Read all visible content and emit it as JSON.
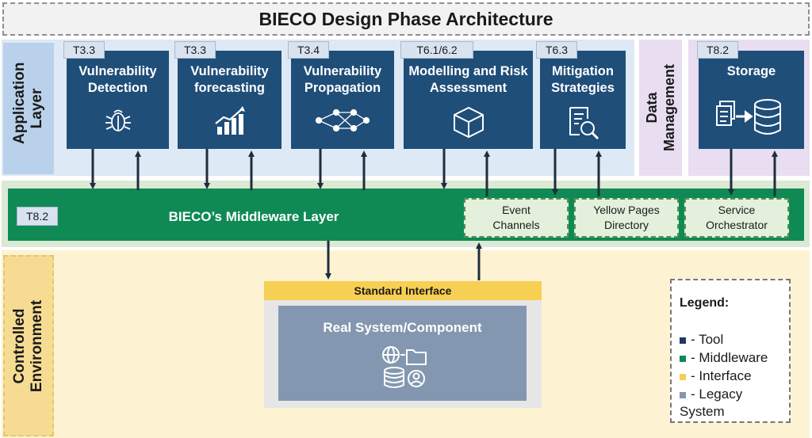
{
  "title": "BIECO Design Phase Architecture",
  "layers": {
    "application": "Application Layer",
    "data": "Data Management",
    "controlled": "Controlled Environment"
  },
  "tools": [
    {
      "tag": "T3.3",
      "label": "Vulnerability Detection",
      "icon": "bug-icon"
    },
    {
      "tag": "T3.3",
      "label": "Vulnerability forecasting",
      "icon": "bar-chart-trend-icon"
    },
    {
      "tag": "T3.4",
      "label": "Vulnerability Propagation",
      "icon": "network-graph-icon"
    },
    {
      "tag": "T6.1/6.2",
      "label": "Modelling and Risk Assessment",
      "icon": "cube-icon"
    },
    {
      "tag": "T6.3",
      "label": "Mitigation Strategies",
      "icon": "document-search-icon"
    },
    {
      "tag": "T8.2",
      "label": "Storage",
      "icon": "database-transfer-icon"
    }
  ],
  "middleware": {
    "tag": "T8.2",
    "label": "BIECO’s Middleware Layer",
    "components": [
      "Event Channels",
      "Yellow Pages Directory",
      "Service Orchestrator"
    ]
  },
  "interface": {
    "label": "Standard Interface",
    "system": "Real System/Component"
  },
  "legend": {
    "title": "Legend:",
    "items": [
      {
        "label": "- Tool",
        "color": "#1f3864"
      },
      {
        "label": "- Middleware",
        "color": "#0f8a55"
      },
      {
        "label": "- Interface",
        "color": "#f7cf52"
      },
      {
        "label": "- Legacy System",
        "color": "#8497b0"
      }
    ]
  },
  "colors": {
    "tool": "#1f4e79",
    "middleware": "#0f8a55",
    "interface": "#f7cf52",
    "legacy": "#8497b0"
  }
}
